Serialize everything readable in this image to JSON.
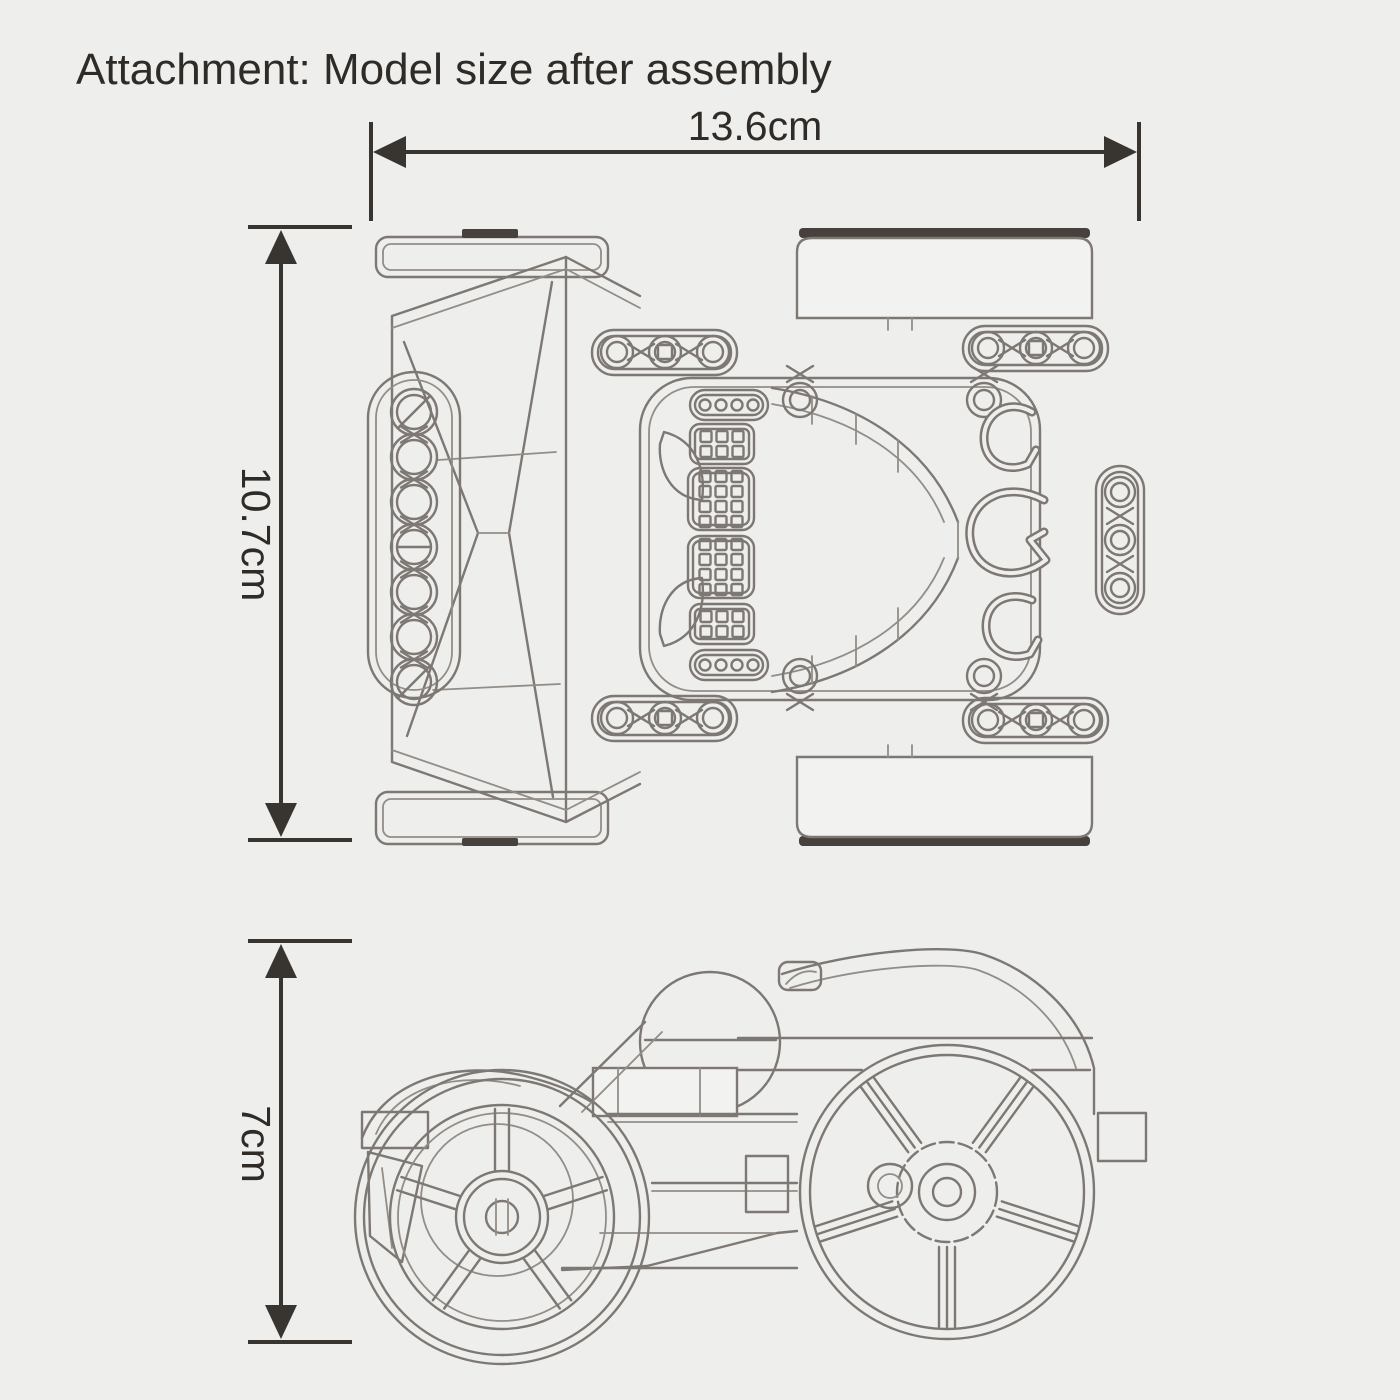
{
  "title": "Attachment: Model size after assembly",
  "dimensions": {
    "width": "13.6cm",
    "top_height": "10.7cm",
    "side_height": "7cm"
  },
  "colors": {
    "background": "#eeeeec",
    "drawing_line": "#7d7873",
    "dimension_line": "#38342f",
    "text": "#2f2b27"
  }
}
